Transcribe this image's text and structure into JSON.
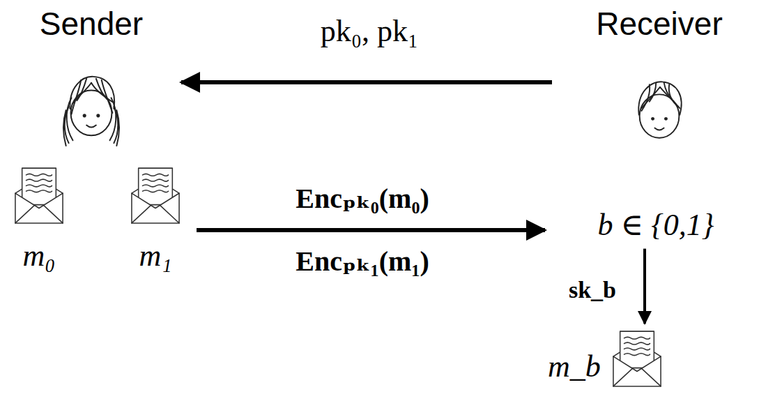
{
  "diagram": {
    "nodes": [
      {
        "text": [
          "Sender"
        ]
      },
      {
        "text": [
          "Receiver"
        ]
      },
      {
        "text": [
          "m₀"
        ]
      },
      {
        "text": [
          "m₁"
        ]
      },
      {
        "text": [
          "b ∈ {0,1}"
        ]
      },
      {
        "text": [
          "m_b"
        ]
      }
    ],
    "edges": [
      {
        "from": 1,
        "to": 0,
        "arrow": "to",
        "label": "pk₀, pk₁"
      },
      {
        "from": 3,
        "to": 4,
        "arrow": "to",
        "label": "Encₚₖ₀(m₀)"
      },
      {
        "from": 4,
        "to": 5,
        "arrow": "to",
        "label": "sk_b"
      }
    ],
    "labels": [
      "Encₚₖ₁(m₁)"
    ]
  }
}
